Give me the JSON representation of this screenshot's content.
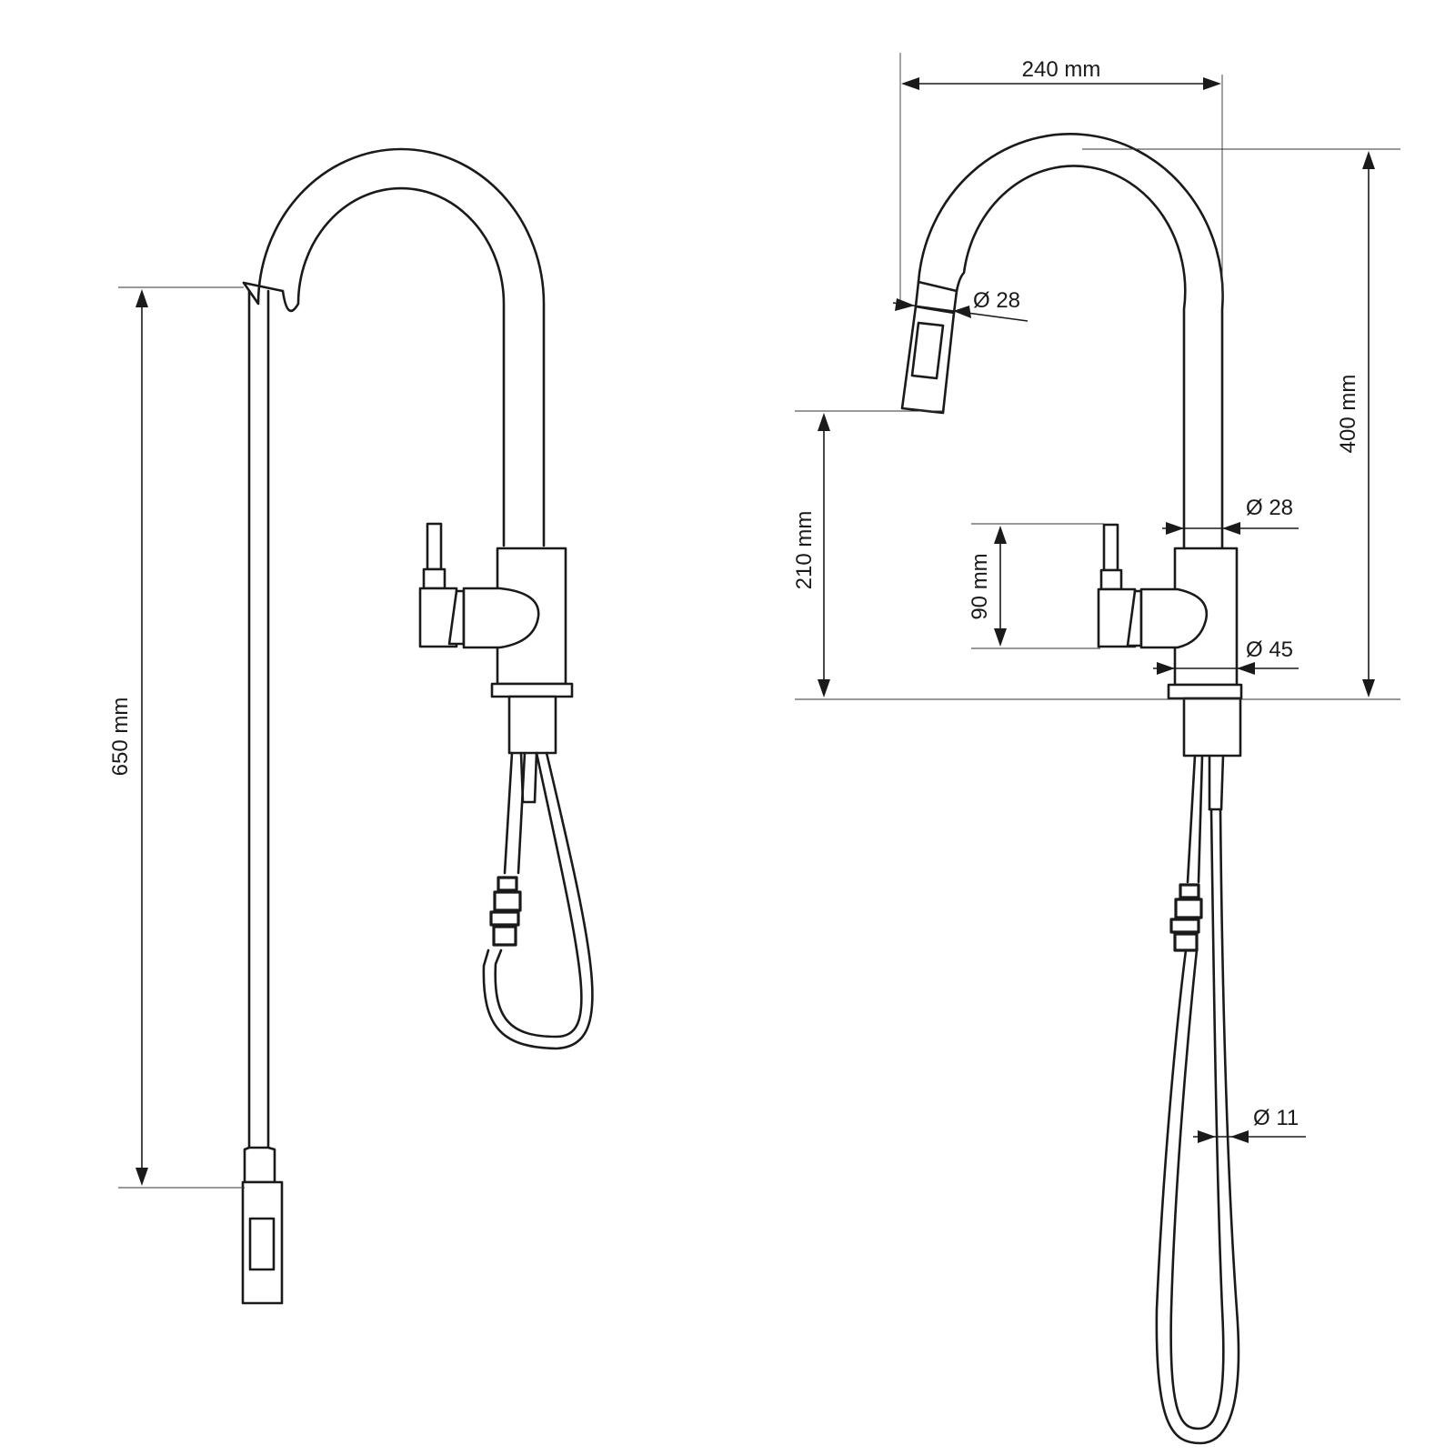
{
  "dimensions": {
    "total_height": "650 mm",
    "reach": "240 mm",
    "spout_height": "400 mm",
    "clearance_height": "210 mm",
    "handle_height": "90 mm",
    "spray_head_diameter": "Ø 28",
    "spout_diameter": "Ø 28",
    "body_diameter": "Ø 45",
    "hose_diameter": "Ø 11"
  },
  "colors": {
    "line": "#1a1a1a",
    "background": "#ffffff"
  }
}
